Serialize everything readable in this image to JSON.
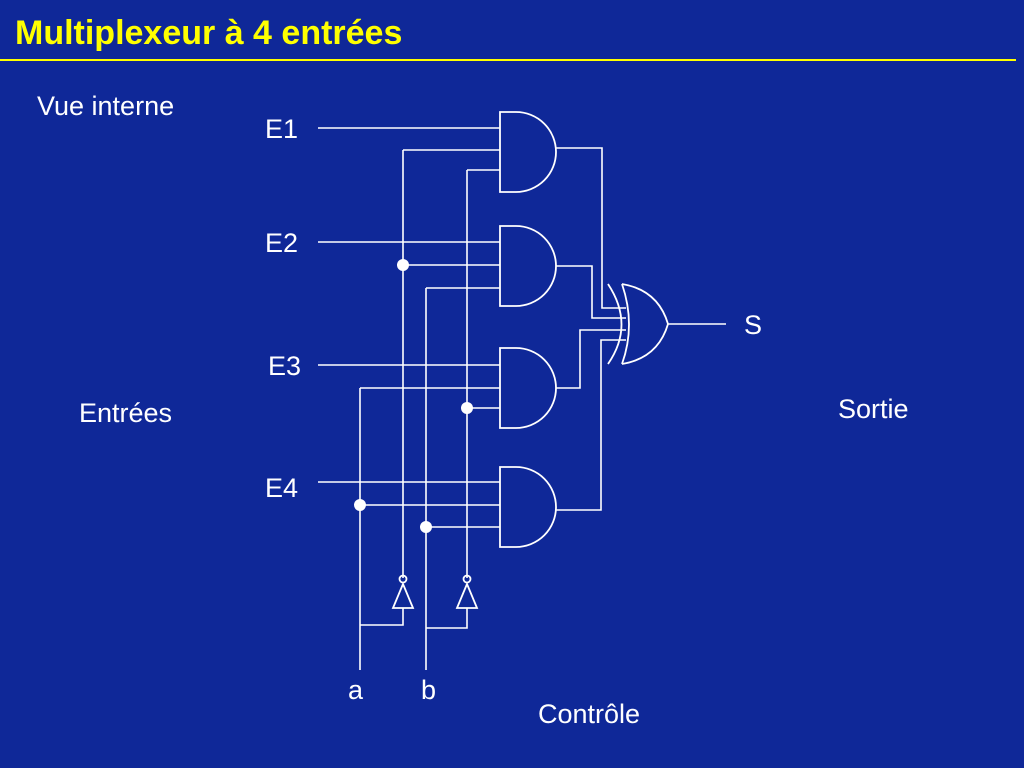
{
  "slide": {
    "title": "Multiplexeur à 4 entrées",
    "subtitle": "Vue interne"
  },
  "diagram": {
    "inputs": [
      "E1",
      "E2",
      "E3",
      "E4"
    ],
    "output": "S",
    "controls": [
      "a",
      "b"
    ],
    "group_labels": {
      "inputs": "Entrées",
      "output": "Sortie",
      "control": "Contrôle"
    }
  },
  "colors": {
    "background": "#0f2898",
    "title": "#ffff00",
    "lines": "#ffffff"
  }
}
